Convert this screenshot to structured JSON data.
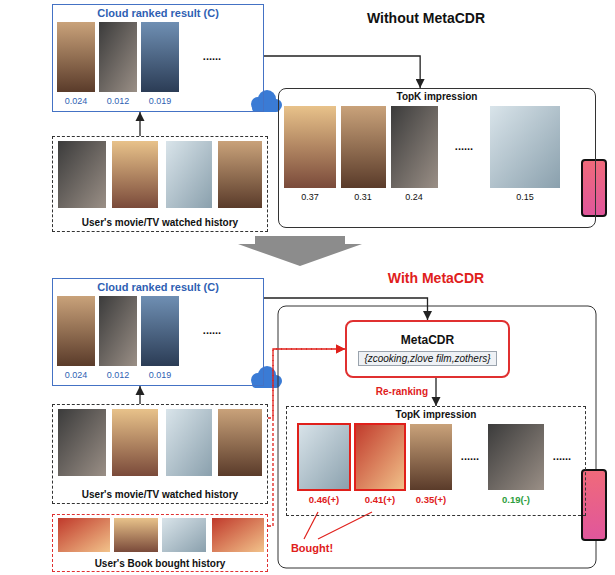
{
  "diagram": {
    "nodes": [
      {
        "text": [
          "Cloud ranked result (C)"
        ]
      },
      {
        "text": [
          "User's movie/TV watched history"
        ]
      },
      {
        "text": [
          "TopK impression"
        ]
      },
      {
        "text": [
          "Cloud ranked result (C)"
        ]
      },
      {
        "text": [
          "User's movie/TV watched history"
        ]
      },
      {
        "text": [
          "MetaCDR",
          "{zcooking,zlove film,zothers}"
        ]
      },
      {
        "text": [
          "TopK impression"
        ]
      },
      {
        "text": [
          "User's Book bought history"
        ]
      }
    ],
    "edges": [
      {
        "from": 1,
        "to": 0,
        "arrow": "to"
      },
      {
        "from": 0,
        "to": 2,
        "arrow": "to"
      },
      {
        "from": 4,
        "to": 3,
        "arrow": "to"
      },
      {
        "from": 3,
        "to": 5,
        "arrow": "to"
      },
      {
        "from": 4,
        "to": 5,
        "arrow": "to"
      },
      {
        "from": 7,
        "to": 5,
        "arrow": "to"
      },
      {
        "from": 5,
        "to": 6,
        "label": "Re-ranking",
        "arrow": "to"
      }
    ],
    "labels": [
      "Without MetaCDR",
      "0.024",
      "0.012",
      "0.019",
      "......",
      "0.37",
      "0.31",
      "0.24",
      "......",
      "0.15",
      "With MetaCDR",
      "0.024",
      "0.012",
      "0.019",
      "......",
      "0.46(+)",
      "0.41(+)",
      "0.35(+)",
      "......",
      "0.19(-)",
      "......",
      "Bought!"
    ]
  }
}
